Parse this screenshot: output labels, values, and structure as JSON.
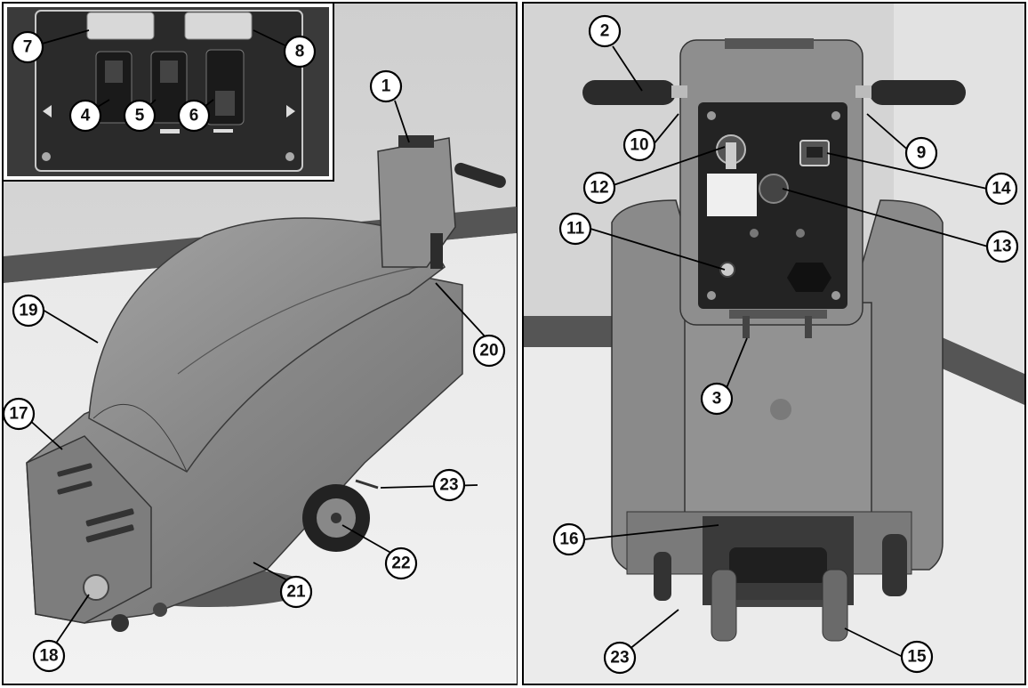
{
  "callouts": {
    "c1": "1",
    "c2": "2",
    "c3": "3",
    "c4": "4",
    "c5": "5",
    "c6": "6",
    "c7": "7",
    "c8": "8",
    "c9": "9",
    "c10": "10",
    "c11": "11",
    "c12": "12",
    "c13": "13",
    "c14": "14",
    "c15": "15",
    "c16": "16",
    "c17": "17",
    "c18": "18",
    "c19": "19",
    "c20": "20",
    "c21": "21",
    "c22": "22",
    "c23a": "23",
    "c23b": "23"
  },
  "colors": {
    "panel_border": "#000000",
    "wall": "#d9d9d9",
    "floor": "#ececec",
    "machine_body": "#8a8a8a",
    "machine_dark": "#4a4a4a",
    "control_panel": "#2b2b2b"
  }
}
